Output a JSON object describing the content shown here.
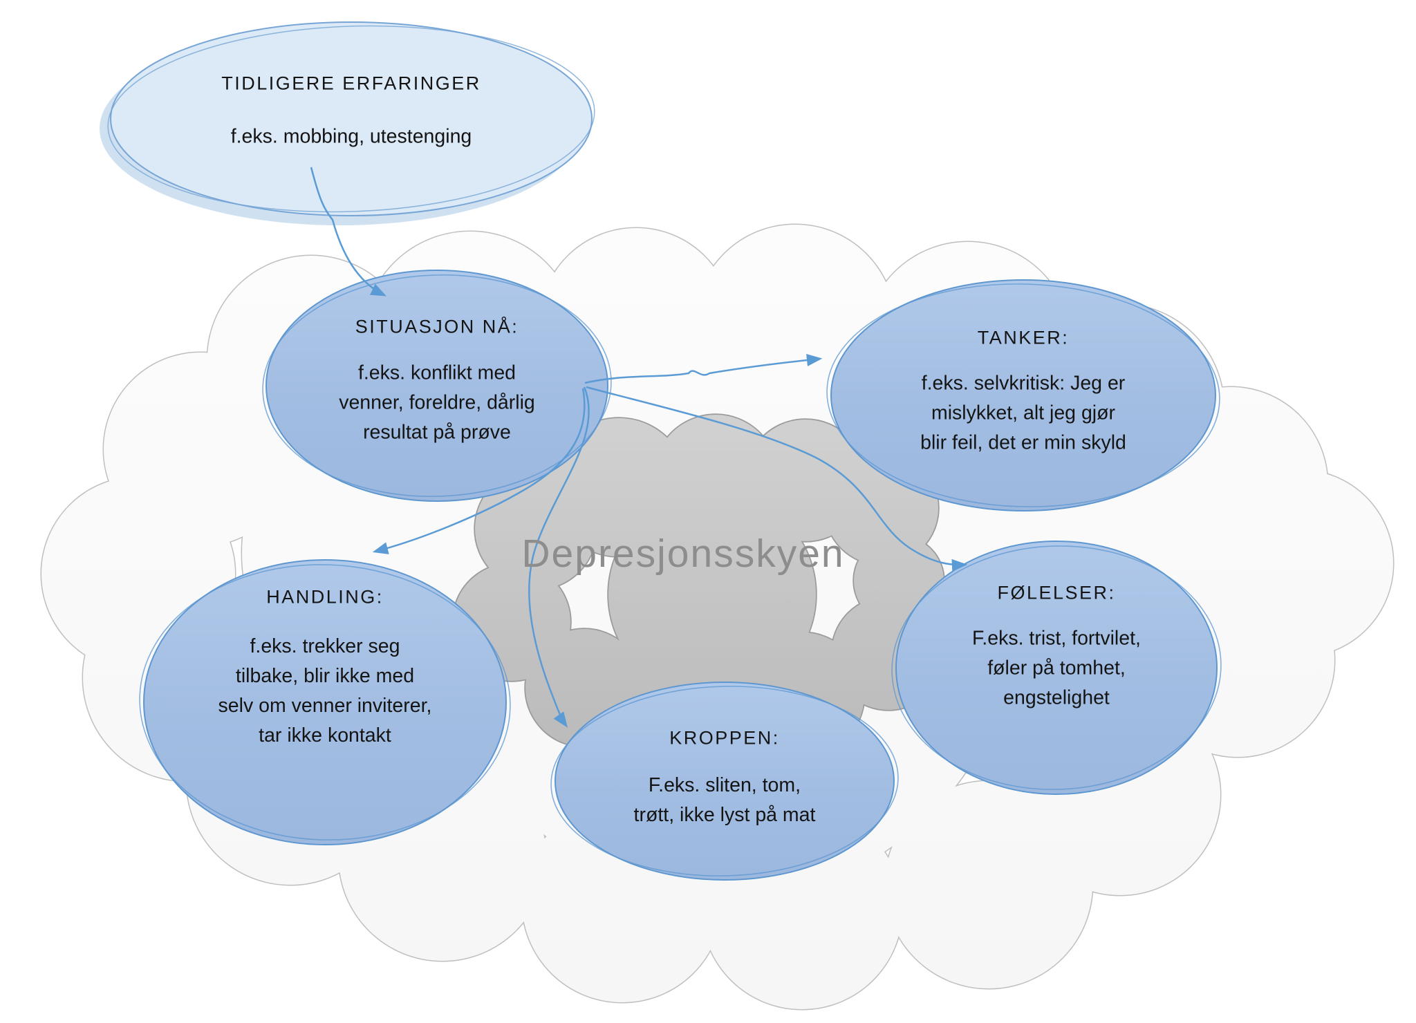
{
  "diagram_title": "Depresjonsskyen",
  "center_cloud": {
    "label": "Depresjonsskyen"
  },
  "nodes": {
    "tidligere": {
      "label": "TIDLIGERE ERFARINGER",
      "body": "f.eks. mobbing, utestenging"
    },
    "situasjon": {
      "label": "SITUASJON NÅ:",
      "body": "f.eks. konflikt med\nvenner, foreldre, dårlig\nresultat på prøve"
    },
    "tanker": {
      "label": "TANKER:",
      "body": "f.eks. selvkritisk: Jeg er\nmislykket, alt jeg gjør\nblir feil, det er min skyld"
    },
    "handling": {
      "label": "HANDLING:",
      "body": "f.eks. trekker seg\ntilbake, blir ikke med\nselv om venner inviterer,\ntar ikke kontakt"
    },
    "folelser": {
      "label": "FØLELSER:",
      "body": "F.eks. trist, fortvilet,\nføler på tomhet,\nengstelighet"
    },
    "kroppen": {
      "label": "KROPPEN:",
      "body": "F.eks. sliten, tom,\ntrøtt, ikke lyst på mat"
    }
  },
  "edges": [
    {
      "from": "tidligere",
      "to": "situasjon"
    },
    {
      "from": "situasjon",
      "to": "tanker"
    },
    {
      "from": "situasjon",
      "to": "folelser"
    },
    {
      "from": "situasjon",
      "to": "handling"
    },
    {
      "from": "situasjon",
      "to": "kroppen"
    }
  ],
  "colors": {
    "node_fill_top": "#b0c9ea",
    "node_fill_bottom": "#9cb8df",
    "node_stroke": "#5e97d0",
    "light_node_fill": "#dce9f6",
    "light_node_shadow": "#cfe0f1",
    "light_node_stroke": "#76a5d6",
    "arrow": "#5b9bd5",
    "center_cloud_fill_top": "#d2d2d2",
    "center_cloud_fill_bottom": "#b9b9b9",
    "center_cloud_stroke": "#9b9b9b",
    "center_cloud_text": "#8d8d8d",
    "outer_cloud_fill": "#fafafa",
    "outer_cloud_stroke": "#bfbfbf",
    "text": "#141414"
  }
}
